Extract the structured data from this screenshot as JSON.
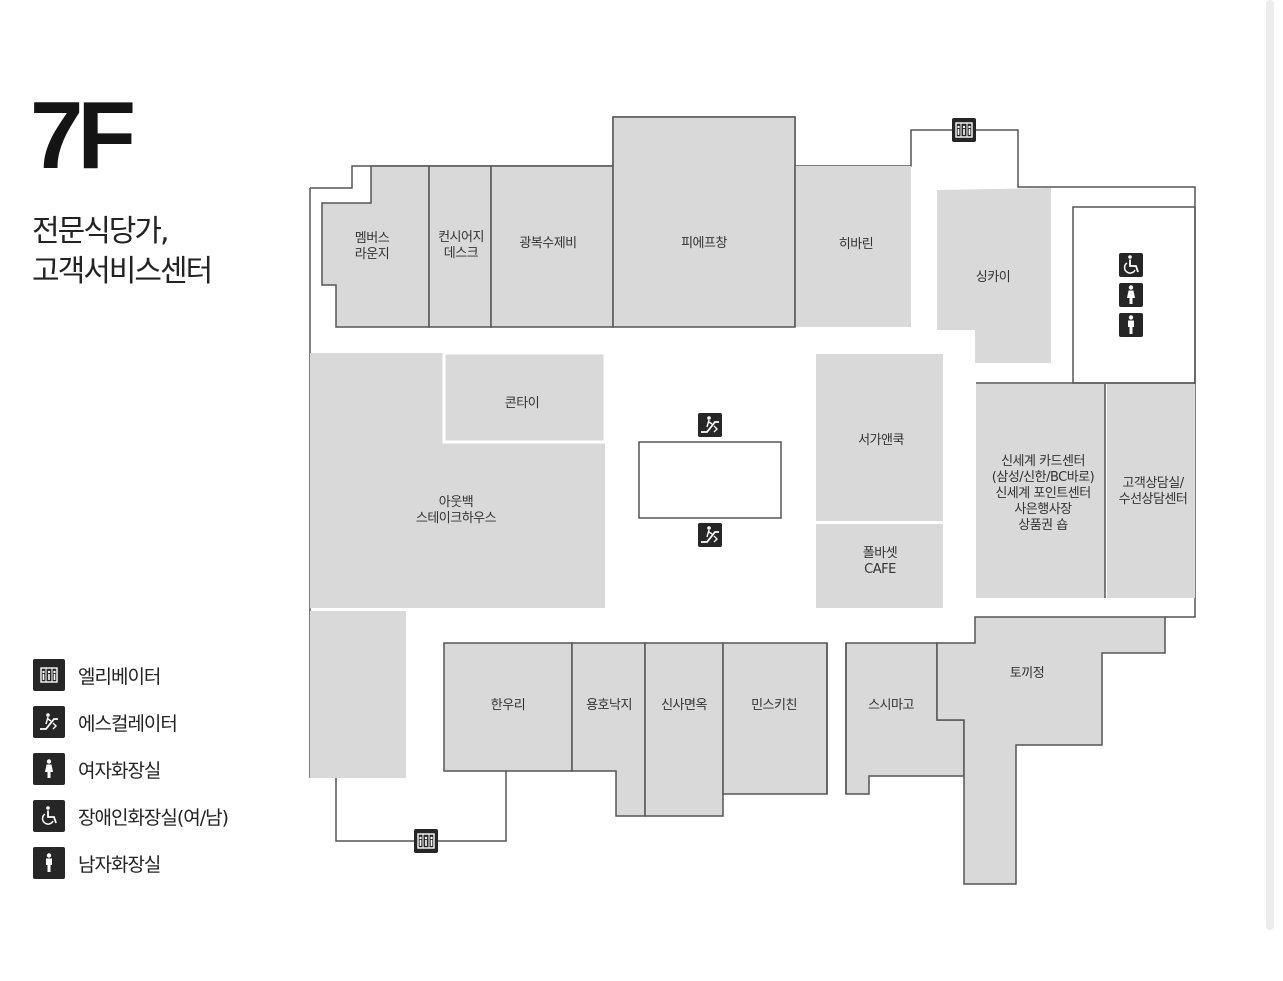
{
  "floor": {
    "name": "7F",
    "desc_line1": "전문식당가,",
    "desc_line2": "고객서비스센터"
  },
  "stores": {
    "members_lounge": [
      "멤버스",
      "라운지"
    ],
    "concierge": [
      "컨시어지",
      "데스크"
    ],
    "gwangbok": [
      "광복수제비"
    ],
    "piepchang": [
      "피에프창"
    ],
    "hibarin": [
      "히바린"
    ],
    "singkai": [
      "싱카이"
    ],
    "kontai": [
      "콘타이"
    ],
    "outback": [
      "아웃백",
      "스테이크하우스"
    ],
    "seoga": [
      "서가앤쿡"
    ],
    "paulbassett": [
      "폴바셋",
      "CAFE"
    ],
    "card_center": [
      "신세계 카드센터",
      "(삼성/신한/BC바로)",
      "신세계 포인트센터",
      "사은행사장",
      "상품권 숍"
    ],
    "customer_center": [
      "고객상담실/",
      "수선상담센터"
    ],
    "hanwoori": [
      "한우리"
    ],
    "yongho": [
      "용호낙지"
    ],
    "sinsa": [
      "신사면옥"
    ],
    "minskitchen": [
      "민스키친"
    ],
    "sushimago": [
      "스시마고"
    ],
    "tokkijeong": [
      "토끼정"
    ]
  },
  "legend": [
    {
      "icon": "elevator-icon",
      "label": "엘리베이터"
    },
    {
      "icon": "escalator-icon",
      "label": "에스컬레이터"
    },
    {
      "icon": "female-restroom-icon",
      "label": "여자화장실"
    },
    {
      "icon": "accessible-restroom-icon",
      "label": "장애인화장실(여/남)"
    },
    {
      "icon": "male-restroom-icon",
      "label": "남자화장실"
    }
  ],
  "colors": {
    "room_fill": "#d9d9d9",
    "outline": "#555555",
    "icon_bg": "#262626"
  }
}
